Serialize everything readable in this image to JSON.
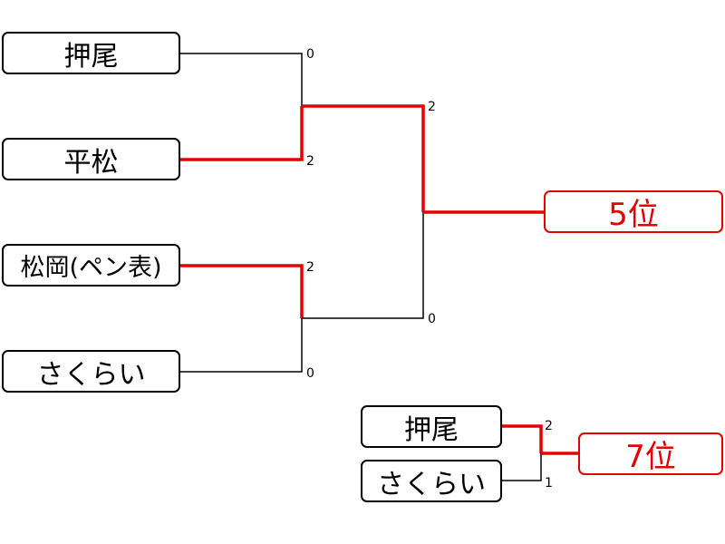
{
  "bracket_main": {
    "teams": [
      "押尾",
      "平松",
      "松岡(ペン表)",
      "さくらい"
    ],
    "match1_scores": [
      "0",
      "2"
    ],
    "match2_scores": [
      "2",
      "0"
    ],
    "final_scores": [
      "2",
      "0"
    ],
    "result_label": "5位"
  },
  "bracket_sub": {
    "teams": [
      "押尾",
      "さくらい"
    ],
    "scores": [
      "2",
      "1"
    ],
    "result_label": "7位"
  },
  "colors": {
    "winner_line": "#e60000",
    "loser_line": "#000000",
    "result_text": "#e60000"
  }
}
